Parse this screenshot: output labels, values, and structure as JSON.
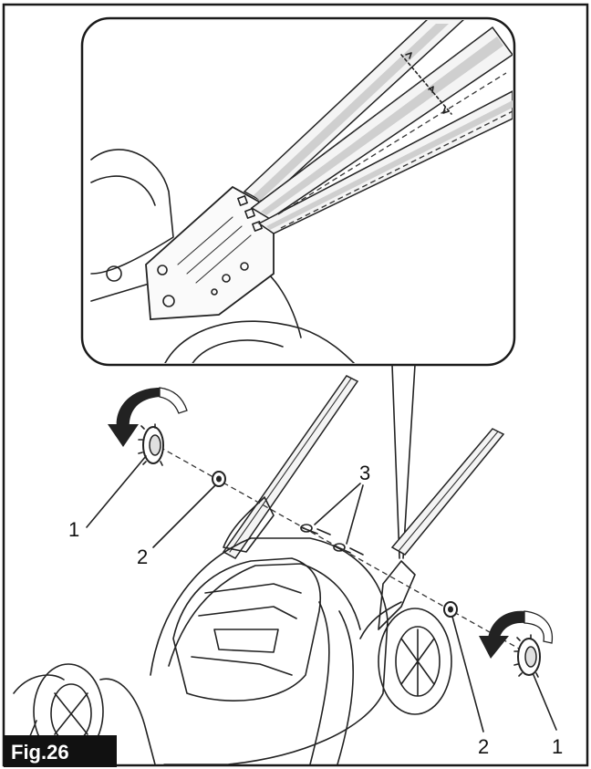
{
  "figure": {
    "label": "Fig.26",
    "callouts": {
      "knob_left": "1",
      "washer_left": "2",
      "bolts": "3",
      "washer_right": "2",
      "knob_right": "1"
    }
  },
  "colors": {
    "frame": "#1a1a1a",
    "badge_bg": "#111111",
    "badge_text": "#ffffff",
    "shading": "#cfcfcf"
  }
}
